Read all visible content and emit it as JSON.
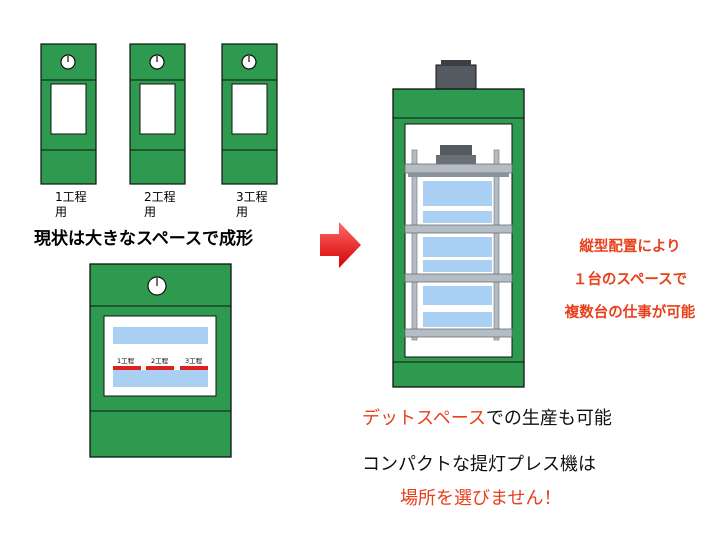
{
  "small_presses": [
    {
      "label_line1": "1工程",
      "label_line2": "用"
    },
    {
      "label_line1": "2工程",
      "label_line2": "用"
    },
    {
      "label_line1": "3工程",
      "label_line2": "用"
    }
  ],
  "headline": "現状は大きなスペースで成形",
  "combined_press_steps": [
    "1工程",
    "2工程",
    "3工程"
  ],
  "right_note": [
    "縦型配置により",
    "１台のスペースで",
    "複数台の仕事が可能"
  ],
  "bottom_text": {
    "line1_red": "デットスペース",
    "line1_black": "での生産も可能",
    "line2": "コンパクトな提灯プレス機は",
    "line3": "場所を選びません！"
  },
  "colors": {
    "press_green": "#2e9a4f",
    "die_blue": "#a9cff2",
    "bolster_gray": "#b4bcc4",
    "arrow_red": "#ee1c1c",
    "text_red": "#e8401c"
  }
}
